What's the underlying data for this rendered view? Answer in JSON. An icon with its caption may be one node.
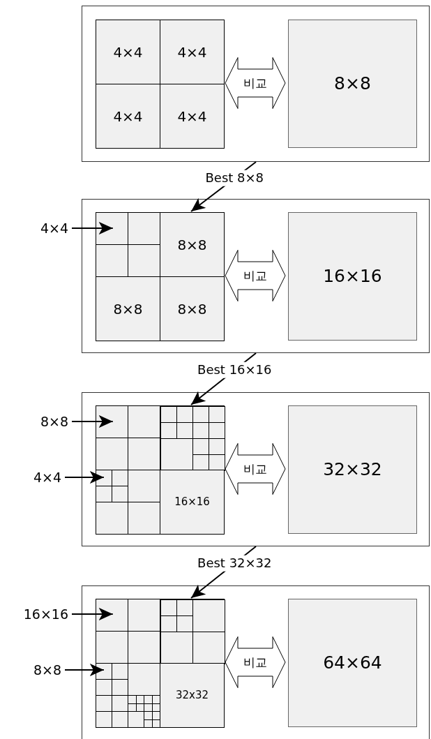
{
  "diagram": {
    "nodes": [
      {
        "text": [],
        "shape": "box"
      },
      {
        "text": [],
        "shape": "box",
        "in": 0
      },
      {
        "text": [
          "4×4"
        ],
        "in": 1
      },
      {
        "text": [
          "4×4"
        ],
        "in": 1
      },
      {
        "text": [
          "4×4"
        ],
        "in": 1
      },
      {
        "text": [
          "4×4"
        ],
        "in": 1
      },
      {
        "text": [
          "8×8"
        ],
        "in": 0
      },
      {
        "text": [
          "4×4"
        ]
      },
      {
        "text": [],
        "shape": "box"
      },
      {
        "text": [],
        "shape": "box",
        "in": 8
      },
      {
        "text": [],
        "shape": "box",
        "in": 9
      },
      {
        "text": [
          "8×8"
        ],
        "in": 9
      },
      {
        "text": [
          "8×8"
        ],
        "in": 9
      },
      {
        "text": [
          "8×8"
        ],
        "in": 9
      },
      {
        "text": [
          "16×16"
        ],
        "in": 8
      },
      {
        "text": [
          "8×8"
        ]
      },
      {
        "text": [
          "4×4"
        ]
      },
      {
        "text": [],
        "shape": "box"
      },
      {
        "text": [],
        "shape": "box",
        "in": 17
      },
      {
        "text": [],
        "shape": "box",
        "in": 18
      },
      {
        "text": [],
        "shape": "box",
        "in": 18
      },
      {
        "text": [],
        "shape": "box",
        "in": 18
      },
      {
        "text": [
          "16×16"
        ],
        "in": 18
      },
      {
        "text": [
          "32×32"
        ],
        "in": 17
      },
      {
        "text": [
          "16×16"
        ]
      },
      {
        "text": [
          "8×8"
        ]
      },
      {
        "text": [],
        "shape": "box"
      },
      {
        "text": [],
        "shape": "box",
        "in": 26
      },
      {
        "text": [],
        "shape": "box",
        "in": 27
      },
      {
        "text": [],
        "shape": "box",
        "in": 27
      },
      {
        "text": [],
        "shape": "box",
        "in": 27
      },
      {
        "text": [
          "32x32"
        ],
        "in": 27
      },
      {
        "text": [
          "64×64"
        ],
        "in": 26
      }
    ],
    "edges": [
      {
        "from": 1,
        "to": 6,
        "arrow": "both",
        "label": "비교",
        "style": "thick"
      },
      {
        "from": 0,
        "to": 11,
        "arrow": "to",
        "label": "Best 8×8"
      },
      {
        "from": 7,
        "to": 10,
        "arrow": "to"
      },
      {
        "from": 9,
        "to": 14,
        "arrow": "both",
        "label": "비교",
        "style": "thick"
      },
      {
        "from": 8,
        "to": 20,
        "arrow": "to",
        "label": "Best 16×16"
      },
      {
        "from": 15,
        "to": 19,
        "arrow": "to"
      },
      {
        "from": 16,
        "to": 21,
        "arrow": "to"
      },
      {
        "from": 18,
        "to": 23,
        "arrow": "both",
        "label": "비교",
        "style": "thick"
      },
      {
        "from": 17,
        "to": 29,
        "arrow": "to",
        "label": "Best 32×32"
      },
      {
        "from": 24,
        "to": 28,
        "arrow": "to"
      },
      {
        "from": 25,
        "to": 30,
        "arrow": "to"
      },
      {
        "from": 27,
        "to": 32,
        "arrow": "both",
        "label": "비교",
        "style": "thick"
      }
    ]
  }
}
